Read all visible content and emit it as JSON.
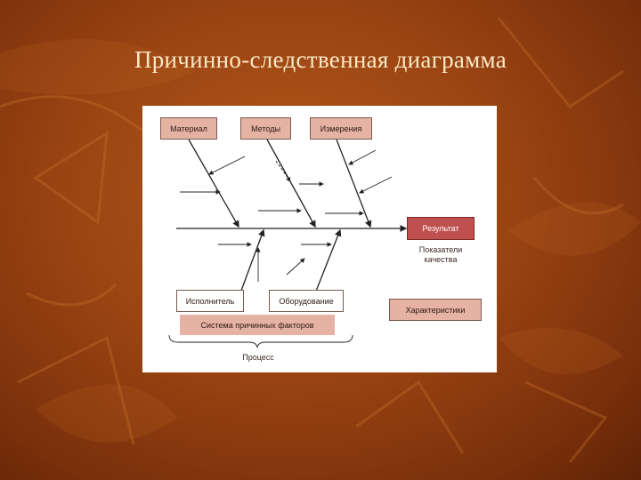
{
  "slide": {
    "title": "Причинно-следственная диаграмма"
  },
  "diagram": {
    "boxes": {
      "material": "Материал",
      "methods": "Методы",
      "measurements": "Измерения",
      "result": "Результат",
      "performer": "Исполнитель",
      "equipment": "Оборудование",
      "system": "Система причинных факторов",
      "characteristics": "Характеристики"
    },
    "quality_line1": "Показатели",
    "quality_line2": "качества",
    "process": "Процесс"
  },
  "colors": {
    "background": "#9a4412",
    "title": "#fbe9c6",
    "box_fill": "#e6b2a3",
    "result_fill": "#c0504f",
    "panel": "#ffffff"
  }
}
